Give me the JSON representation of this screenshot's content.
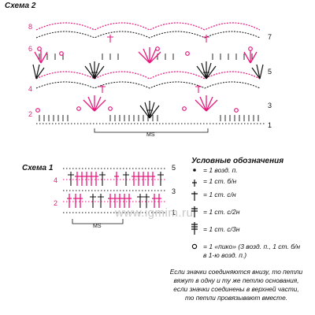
{
  "scheme2": {
    "title": "Схема 2",
    "left_rows": [
      "8",
      "6",
      "4",
      "2"
    ],
    "right_rows": [
      "7",
      "5",
      "3",
      "1"
    ],
    "repeat_label": "MS"
  },
  "scheme1": {
    "title": "Схема 1",
    "left_rows": [
      "4",
      "2"
    ],
    "right_rows": [
      "5",
      "3",
      "1"
    ],
    "repeat_label": "MS"
  },
  "legend": {
    "title": "Условные обозначения",
    "items": [
      {
        "symbol": "chain-dot-icon",
        "text": "= 1 возд. п."
      },
      {
        "symbol": "single-crochet-icon",
        "text": "= 1 ст. б/н"
      },
      {
        "symbol": "double-crochet-icon",
        "text": "= 1 ст. с/н"
      },
      {
        "symbol": "treble-crochet-icon",
        "text": "= 1 ст. с/2н"
      },
      {
        "symbol": "triple-treble-crochet-icon",
        "text": "= 1 ст. с/3н"
      },
      {
        "symbol": "picot-icon",
        "text": "= 1 «пико» (3 возд. п., 1 ст. б/н",
        "text2": "в 1-ю возд. п.)"
      }
    ]
  },
  "note_lines": [
    "Если значки соединяются внизу, то петли",
    "вяжут в одну и ту же петлю основания,",
    "если значки соединены в верхней части,",
    "то петли провязывают вместе."
  ],
  "watermark": "www.igmim.ru",
  "colors": {
    "pink": "#e8177d",
    "black": "#111111"
  }
}
